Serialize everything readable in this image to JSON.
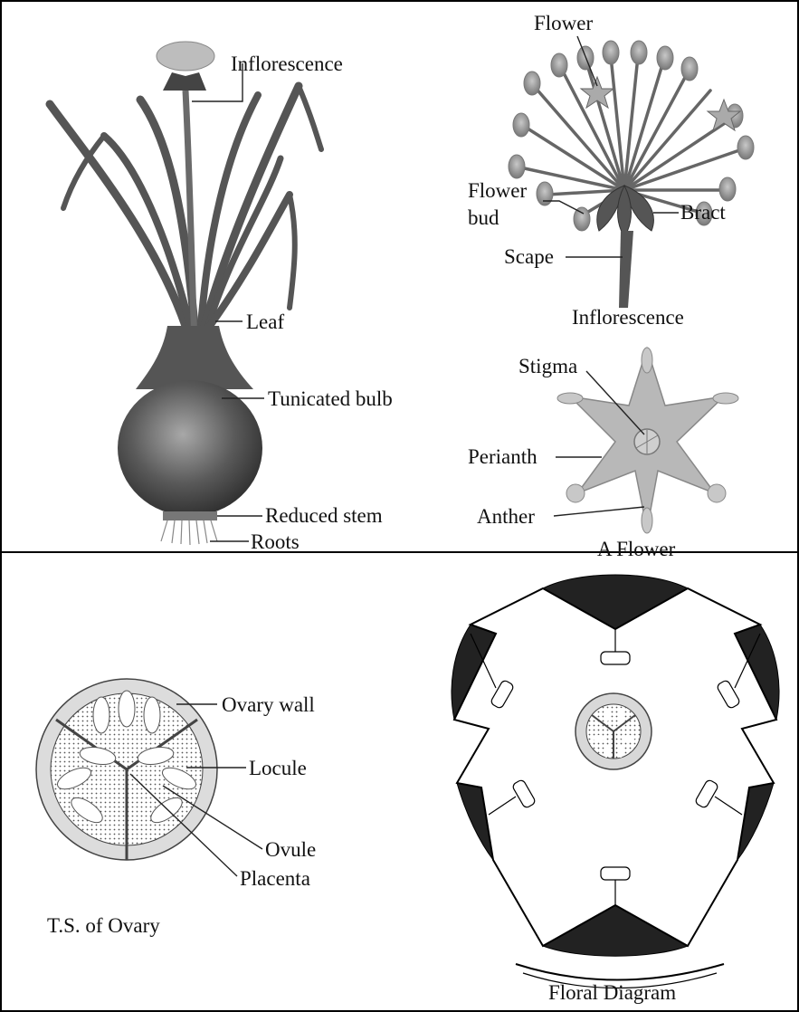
{
  "labels": {
    "inflorescence_top": "Inflorescence",
    "leaf": "Leaf",
    "tunicated_bulb": "Tunicated bulb",
    "reduced_stem": "Reduced stem",
    "roots": "Roots",
    "flower": "Flower",
    "flower_bud_line1": "Flower",
    "flower_bud_line2": "bud",
    "bract": "Bract",
    "scape": "Scape",
    "inflorescence_caption": "Inflorescence",
    "stigma": "Stigma",
    "perianth": "Perianth",
    "anther": "Anther",
    "flower_caption": "A Flower",
    "ovary_wall": "Ovary wall",
    "locule": "Locule",
    "ovule": "Ovule",
    "placenta": "Placenta",
    "ovary_caption": "T.S. of Ovary",
    "floral_caption": "Floral Diagram"
  }
}
